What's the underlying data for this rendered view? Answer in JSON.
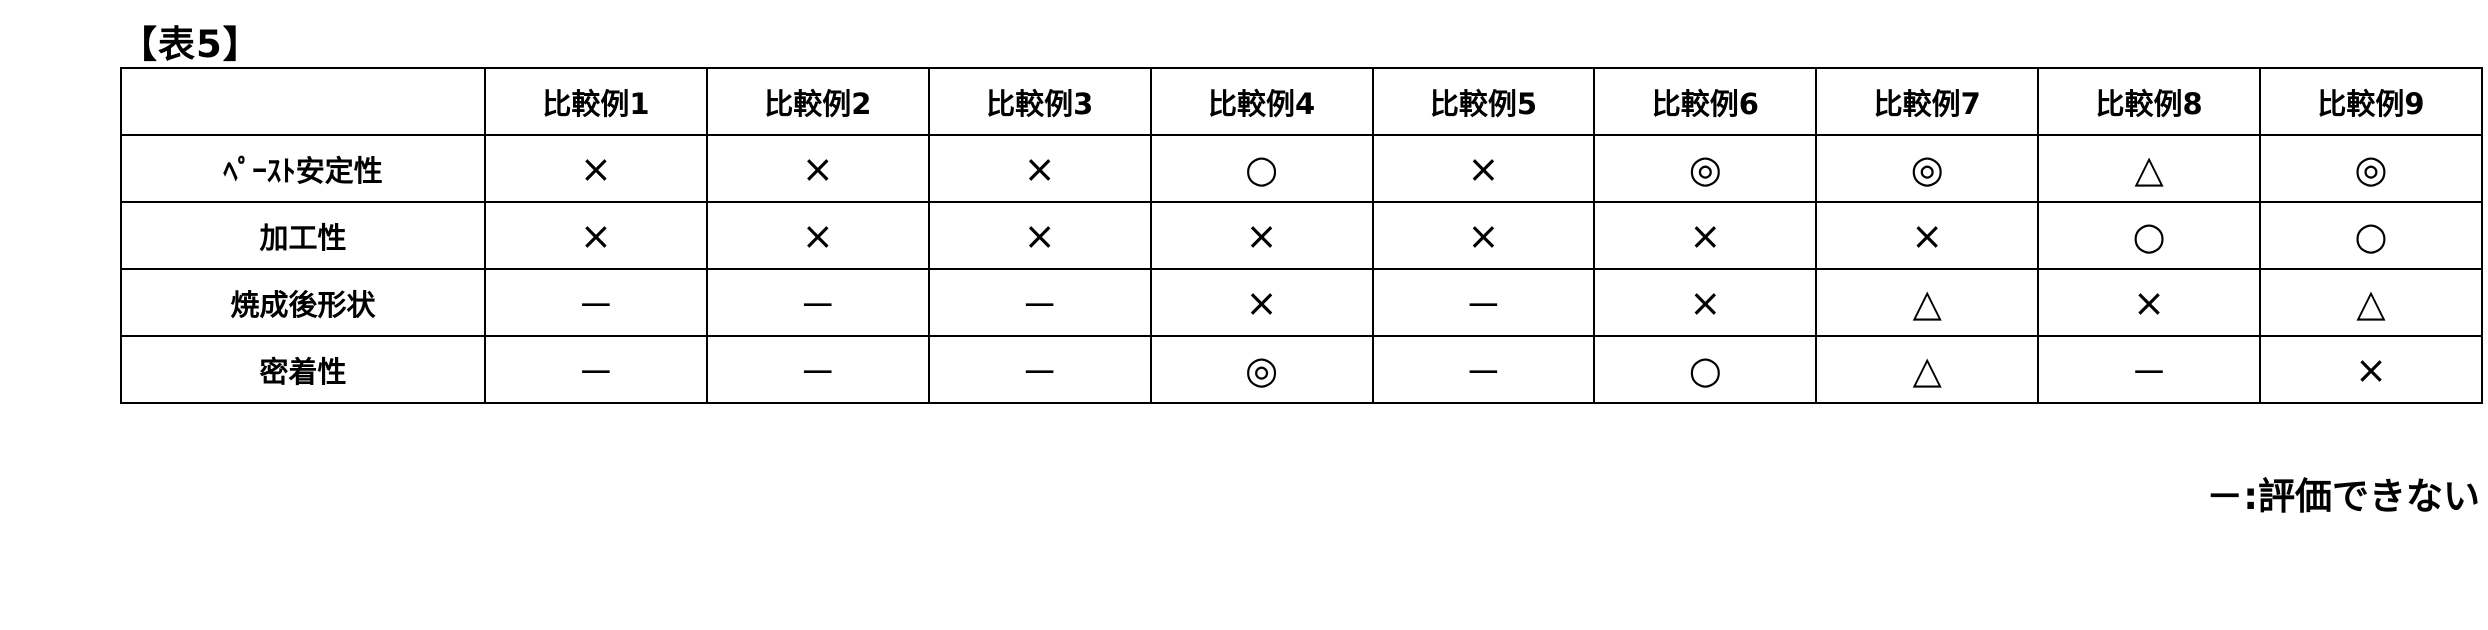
{
  "title": "【表5】",
  "table": {
    "corner": "",
    "columns": [
      "比較例1",
      "比較例2",
      "比較例3",
      "比較例4",
      "比較例5",
      "比較例6",
      "比較例7",
      "比較例8",
      "比較例9"
    ],
    "rows": [
      {
        "label": "ﾍﾟｰｽﾄ安定性",
        "cells": [
          "×",
          "×",
          "×",
          "○",
          "×",
          "◎",
          "◎",
          "△",
          "◎"
        ]
      },
      {
        "label": "加工性",
        "cells": [
          "×",
          "×",
          "×",
          "×",
          "×",
          "×",
          "×",
          "○",
          "○"
        ]
      },
      {
        "label": "焼成後形状",
        "cells": [
          "－",
          "－",
          "－",
          "×",
          "－",
          "×",
          "△",
          "×",
          "△"
        ]
      },
      {
        "label": "密着性",
        "cells": [
          "－",
          "－",
          "－",
          "◎",
          "－",
          "○",
          "△",
          "－",
          "×"
        ]
      }
    ]
  },
  "legend": "－:評価できない"
}
